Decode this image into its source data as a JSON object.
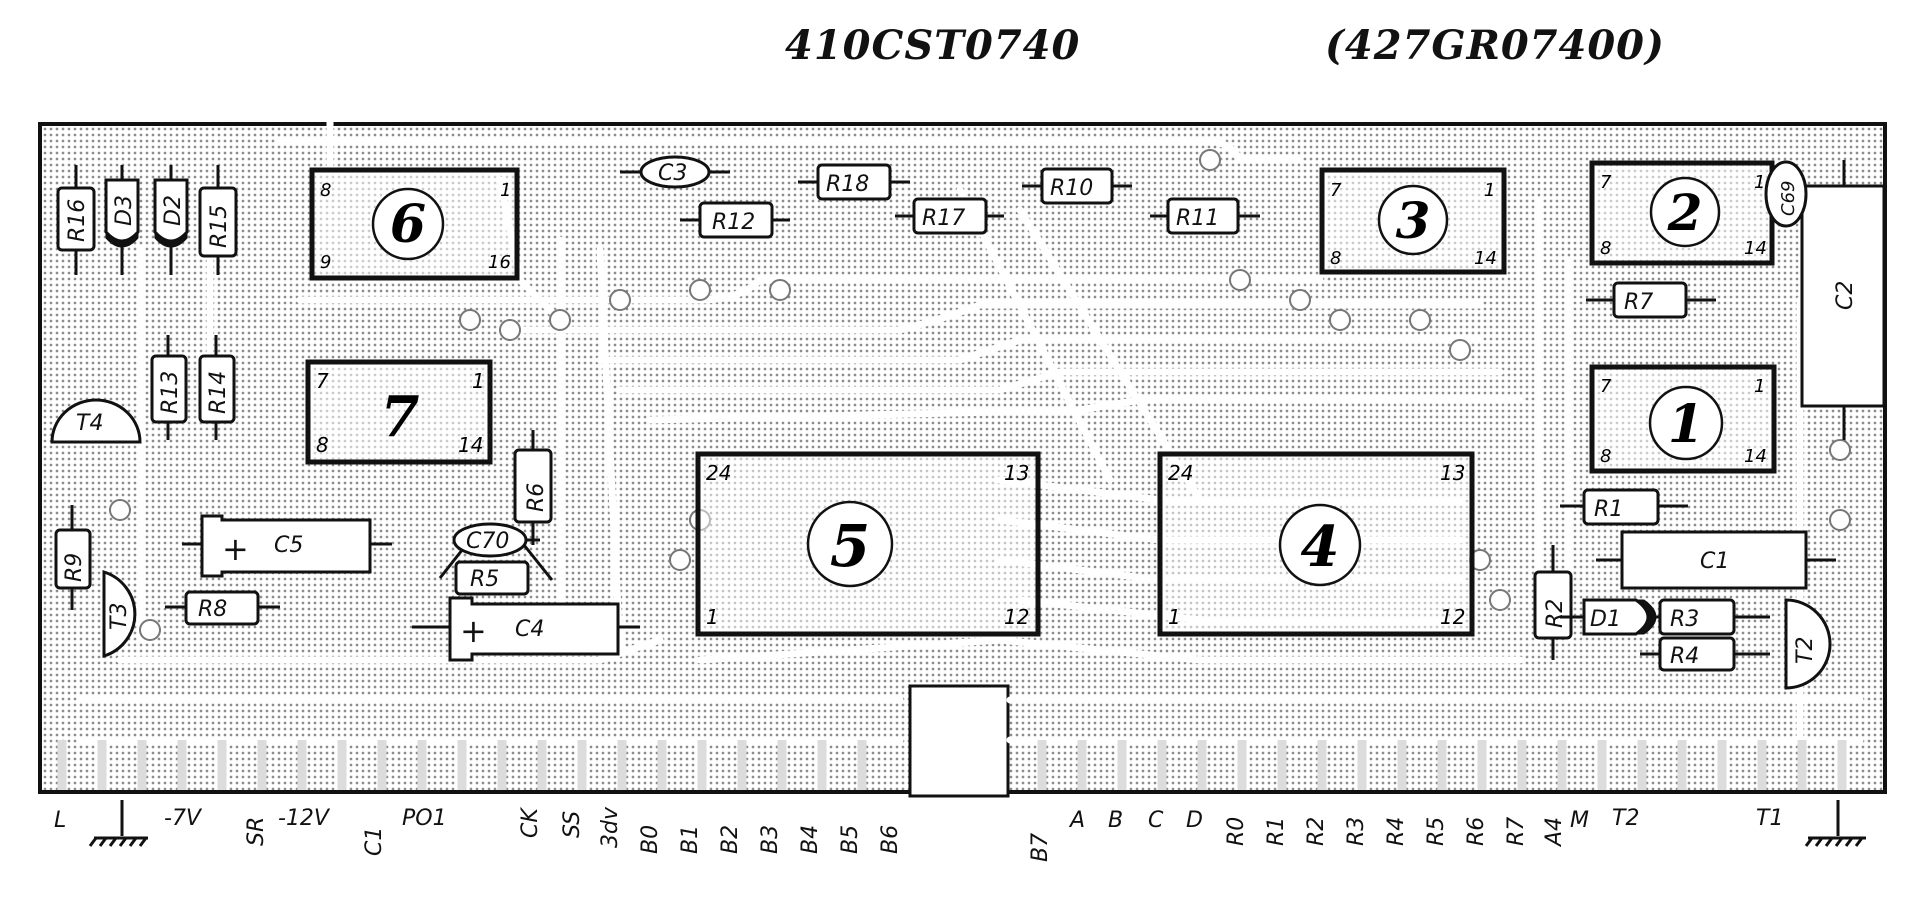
{
  "titles": {
    "part_number": "410CST0740",
    "alt_part_number": "(427GR07400)"
  },
  "ics": [
    {
      "id": "6",
      "pins": [
        "8",
        "1",
        "9",
        "16"
      ]
    },
    {
      "id": "7",
      "pins": [
        "7",
        "1",
        "8",
        "14"
      ]
    },
    {
      "id": "5",
      "pins": [
        "24",
        "13",
        "1",
        "12"
      ]
    },
    {
      "id": "4",
      "pins": [
        "24",
        "13",
        "1",
        "12"
      ]
    },
    {
      "id": "3",
      "pins": [
        "7",
        "1",
        "8",
        "14"
      ]
    },
    {
      "id": "2",
      "pins": [
        "7",
        "1",
        "8",
        "14"
      ]
    },
    {
      "id": "1",
      "pins": [
        "7",
        "1",
        "8",
        "14"
      ]
    }
  ],
  "resistors": [
    "R16",
    "R15",
    "R13",
    "R14",
    "R9",
    "R8",
    "R6",
    "R5",
    "R12",
    "R18",
    "R17",
    "R10",
    "R11",
    "R7",
    "R1",
    "R2",
    "R3",
    "R4"
  ],
  "diodes": [
    "D3",
    "D2",
    "D1"
  ],
  "capacitors": [
    "C3",
    "C5",
    "C70",
    "C4",
    "C2",
    "C1",
    "C69"
  ],
  "transistors": [
    "T4",
    "T3",
    "T2"
  ],
  "capacitor_marks": {
    "plus": "+"
  },
  "connector_pins": [
    "L",
    "-7V",
    "SR",
    "-12V",
    "C1",
    "PO1",
    "CK",
    "SS",
    "3dv",
    "B0",
    "B1",
    "B2",
    "B3",
    "B4",
    "B5",
    "B6",
    "B7",
    "A",
    "B",
    "C",
    "D",
    "R0",
    "R1",
    "R2",
    "R3",
    "R4",
    "R5",
    "R6",
    "R7",
    "A4",
    "M",
    "T2",
    "T1"
  ],
  "colors": {
    "ink": "#111111",
    "board": "#ffffff",
    "dots": "#9a9a9a",
    "traces": "#ffffff"
  }
}
